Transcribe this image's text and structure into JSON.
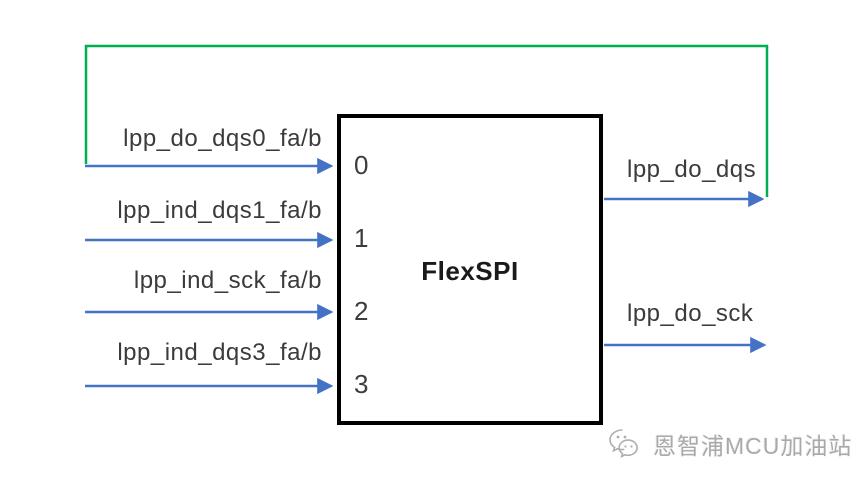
{
  "diagram": {
    "block": {
      "title": "FlexSPI",
      "ports": [
        "0",
        "1",
        "2",
        "3"
      ]
    },
    "inputs": [
      {
        "label": "lpp_do_dqs0_fa/b"
      },
      {
        "label": "lpp_ind_dqs1_fa/b"
      },
      {
        "label": "lpp_ind_sck_fa/b"
      },
      {
        "label": "lpp_ind_dqs3_fa/b"
      }
    ],
    "outputs": [
      {
        "label": "lpp_do_dqs"
      },
      {
        "label": "lpp_do_sck"
      }
    ],
    "feedback": {
      "from": "lpp_do_dqs",
      "to": "port 0"
    }
  },
  "watermark": {
    "text": "恩智浦MCU加油站",
    "icon": "wechat-chat-bubbles-icon"
  },
  "colors": {
    "arrow_blue": "#4472C4",
    "feedback_green": "#00B050",
    "box_border": "#000000",
    "label_text": "#3B3B3B",
    "watermark_gray": "#A9A9A9"
  }
}
